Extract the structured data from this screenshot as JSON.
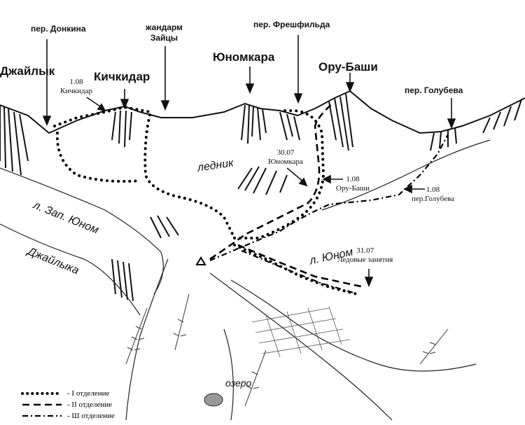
{
  "labels": {
    "pass_donkina": "пер. Донкина",
    "gendarme_1": "жандарм",
    "gendarme_2": "Зайцы",
    "pass_freshfield": "пер. Фрешфильда",
    "jailyk": "Джайлык",
    "kichkidar": "Кичкидар",
    "yunomkara": "Юномкара",
    "oru_bashi": "Ору-Баши",
    "pass_golubeva": "пер. Голубева",
    "glacier": "ледник",
    "zap_yunom": "л. Зап. Юном",
    "yunom": "л. Юном",
    "jailyka": "Джайлыка",
    "lake": "озеро"
  },
  "notes": {
    "kichkidar_date": "1.08",
    "kichkidar_name": "Кичкидар",
    "yunomkara_date": "30.07",
    "yunomkara_name": "Юномкара",
    "orubashi_date": "1.08",
    "orubashi_name": "Ору-Баши",
    "golubeva_date": "1.08",
    "golubeva_name": "пер.Голубева",
    "ice_date": "31.07",
    "ice_name": "Ледовые занятия"
  },
  "legend": [
    {
      "style": "dotted",
      "label": "- I отделение"
    },
    {
      "style": "dashed",
      "label": "- II отделение"
    },
    {
      "style": "dashdot",
      "label": "- Ш отделение"
    }
  ]
}
